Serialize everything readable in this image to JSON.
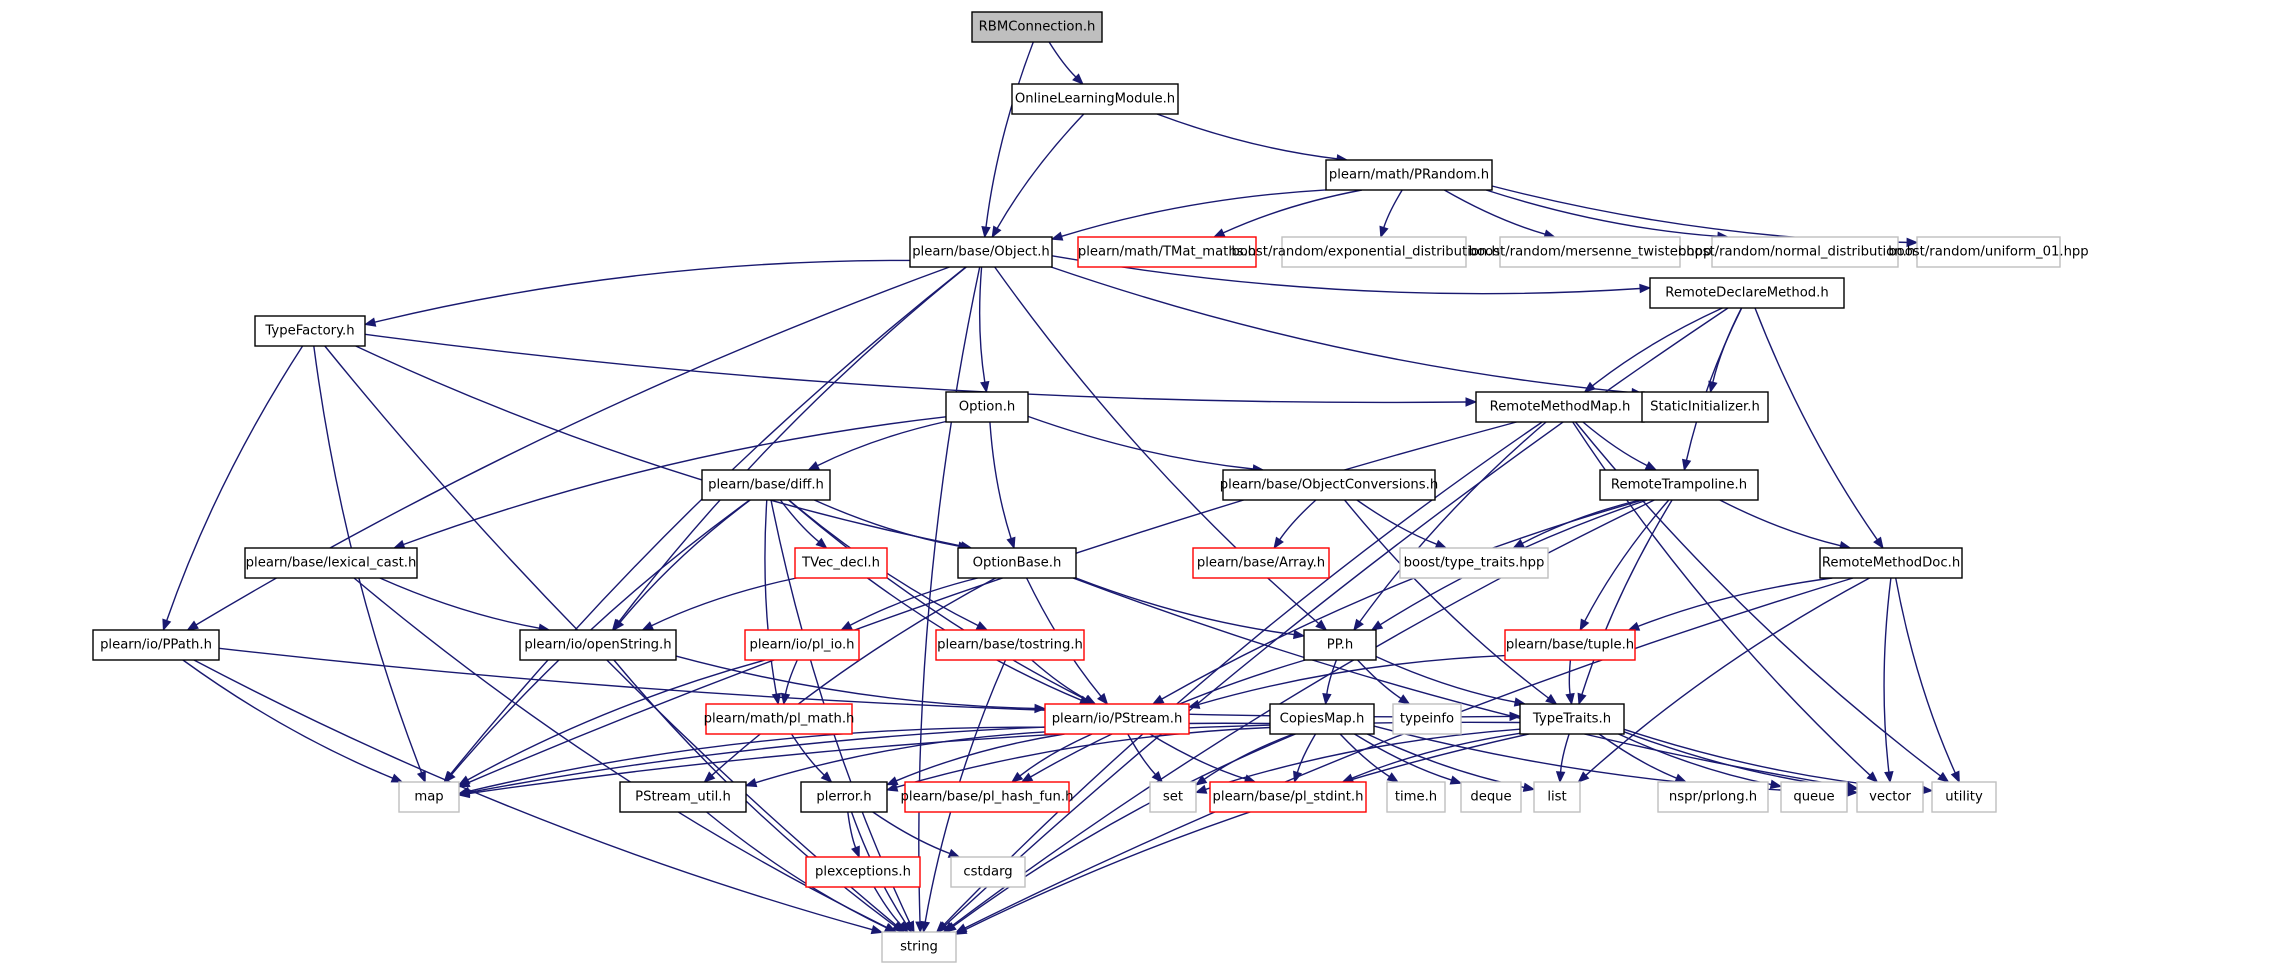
{
  "colors": {
    "edge": "#191970",
    "root_fill": "#bfbfbf",
    "documented": "#000000",
    "undocumented": "#ff0000",
    "external": "#bfbfbf"
  },
  "nodes": [
    {
      "id": "rbm",
      "label": "RBMConnection.h",
      "kind": "root"
    },
    {
      "id": "olm",
      "label": "OnlineLearningModule.h",
      "kind": "documented"
    },
    {
      "id": "prandom",
      "label": "plearn/math/PRandom.h",
      "kind": "documented"
    },
    {
      "id": "object",
      "label": "plearn/base/Object.h",
      "kind": "documented"
    },
    {
      "id": "tmat",
      "label": "plearn/math/TMat_maths.h",
      "kind": "undocumented"
    },
    {
      "id": "bexp",
      "label": "boost/random/exponential_distribution.hpp",
      "kind": "external"
    },
    {
      "id": "bmt",
      "label": "boost/random/mersenne_twister.hpp",
      "kind": "external"
    },
    {
      "id": "bnorm",
      "label": "boost/random/normal_distribution.hpp",
      "kind": "external"
    },
    {
      "id": "buni",
      "label": "boost/random/uniform_01.hpp",
      "kind": "external"
    },
    {
      "id": "typefactory",
      "label": "TypeFactory.h",
      "kind": "documented"
    },
    {
      "id": "rdm",
      "label": "RemoteDeclareMethod.h",
      "kind": "documented"
    },
    {
      "id": "option",
      "label": "Option.h",
      "kind": "documented"
    },
    {
      "id": "rmm",
      "label": "RemoteMethodMap.h",
      "kind": "documented"
    },
    {
      "id": "static",
      "label": "StaticInitializer.h",
      "kind": "documented"
    },
    {
      "id": "diff",
      "label": "plearn/base/diff.h",
      "kind": "documented"
    },
    {
      "id": "objconv",
      "label": "plearn/base/ObjectConversions.h",
      "kind": "documented"
    },
    {
      "id": "rtramp",
      "label": "RemoteTrampoline.h",
      "kind": "documented"
    },
    {
      "id": "lexcast",
      "label": "plearn/base/lexical_cast.h",
      "kind": "documented"
    },
    {
      "id": "tvec",
      "label": "TVec_decl.h",
      "kind": "undocumented"
    },
    {
      "id": "optbase",
      "label": "OptionBase.h",
      "kind": "documented"
    },
    {
      "id": "array",
      "label": "plearn/base/Array.h",
      "kind": "undocumented"
    },
    {
      "id": "btt",
      "label": "boost/type_traits.hpp",
      "kind": "external"
    },
    {
      "id": "rmdoc",
      "label": "RemoteMethodDoc.h",
      "kind": "documented"
    },
    {
      "id": "ppath",
      "label": "plearn/io/PPath.h",
      "kind": "documented"
    },
    {
      "id": "openstr",
      "label": "plearn/io/openString.h",
      "kind": "documented"
    },
    {
      "id": "plio",
      "label": "plearn/io/pl_io.h",
      "kind": "undocumented"
    },
    {
      "id": "tostring",
      "label": "plearn/base/tostring.h",
      "kind": "undocumented"
    },
    {
      "id": "pp",
      "label": "PP.h",
      "kind": "documented"
    },
    {
      "id": "tuple",
      "label": "plearn/base/tuple.h",
      "kind": "undocumented"
    },
    {
      "id": "plmath",
      "label": "plearn/math/pl_math.h",
      "kind": "undocumented"
    },
    {
      "id": "pstream",
      "label": "plearn/io/PStream.h",
      "kind": "undocumented"
    },
    {
      "id": "typeinfo",
      "label": "typeinfo",
      "kind": "external"
    },
    {
      "id": "copiesmap",
      "label": "CopiesMap.h",
      "kind": "documented"
    },
    {
      "id": "typetraits",
      "label": "TypeTraits.h",
      "kind": "documented"
    },
    {
      "id": "map",
      "label": "map",
      "kind": "external"
    },
    {
      "id": "psutil",
      "label": "PStream_util.h",
      "kind": "documented"
    },
    {
      "id": "plerror",
      "label": "plerror.h",
      "kind": "documented"
    },
    {
      "id": "hashfun",
      "label": "plearn/base/pl_hash_fun.h",
      "kind": "undocumented"
    },
    {
      "id": "set",
      "label": "set",
      "kind": "external"
    },
    {
      "id": "stdint",
      "label": "plearn/base/pl_stdint.h",
      "kind": "undocumented"
    },
    {
      "id": "time",
      "label": "time.h",
      "kind": "external"
    },
    {
      "id": "deque",
      "label": "deque",
      "kind": "external"
    },
    {
      "id": "list",
      "label": "list",
      "kind": "external"
    },
    {
      "id": "prlong",
      "label": "nspr/prlong.h",
      "kind": "external"
    },
    {
      "id": "queue",
      "label": "queue",
      "kind": "external"
    },
    {
      "id": "vector",
      "label": "vector",
      "kind": "external"
    },
    {
      "id": "utility",
      "label": "utility",
      "kind": "external"
    },
    {
      "id": "plexc",
      "label": "plexceptions.h",
      "kind": "undocumented"
    },
    {
      "id": "cstdarg",
      "label": "cstdarg",
      "kind": "external"
    },
    {
      "id": "string",
      "label": "string",
      "kind": "external"
    }
  ],
  "edges": [
    [
      "rbm",
      "olm"
    ],
    [
      "rbm",
      "object"
    ],
    [
      "olm",
      "object"
    ],
    [
      "olm",
      "prandom"
    ],
    [
      "prandom",
      "object"
    ],
    [
      "prandom",
      "tmat"
    ],
    [
      "prandom",
      "bexp"
    ],
    [
      "prandom",
      "bmt"
    ],
    [
      "prandom",
      "bnorm"
    ],
    [
      "prandom",
      "buni"
    ],
    [
      "object",
      "typefactory"
    ],
    [
      "object",
      "rdm"
    ],
    [
      "object",
      "option"
    ],
    [
      "object",
      "static"
    ],
    [
      "object",
      "ppath"
    ],
    [
      "object",
      "openstr"
    ],
    [
      "object",
      "pp"
    ],
    [
      "object",
      "map"
    ],
    [
      "object",
      "string"
    ],
    [
      "typefactory",
      "rmm"
    ],
    [
      "typefactory",
      "optbase"
    ],
    [
      "typefactory",
      "ppath"
    ],
    [
      "typefactory",
      "map"
    ],
    [
      "typefactory",
      "string"
    ],
    [
      "rdm",
      "rmm"
    ],
    [
      "rdm",
      "static"
    ],
    [
      "rdm",
      "rtramp"
    ],
    [
      "rdm",
      "rmdoc"
    ],
    [
      "rdm",
      "string"
    ],
    [
      "option",
      "diff"
    ],
    [
      "option",
      "objconv"
    ],
    [
      "option",
      "optbase"
    ],
    [
      "option",
      "lexcast"
    ],
    [
      "rmm",
      "rtramp"
    ],
    [
      "rmm",
      "pp"
    ],
    [
      "rmm",
      "map"
    ],
    [
      "rmm",
      "vector"
    ],
    [
      "rmm",
      "utility"
    ],
    [
      "rmm",
      "string"
    ],
    [
      "diff",
      "tvec"
    ],
    [
      "diff",
      "optbase"
    ],
    [
      "diff",
      "openstr"
    ],
    [
      "diff",
      "tostring"
    ],
    [
      "diff",
      "pstream"
    ],
    [
      "diff",
      "plmath"
    ],
    [
      "diff",
      "map"
    ],
    [
      "diff",
      "string"
    ],
    [
      "objconv",
      "array"
    ],
    [
      "objconv",
      "btt"
    ],
    [
      "objconv",
      "typetraits"
    ],
    [
      "rtramp",
      "rmdoc"
    ],
    [
      "rtramp",
      "btt"
    ],
    [
      "rtramp",
      "tuple"
    ],
    [
      "rtramp",
      "pp"
    ],
    [
      "rtramp",
      "typetraits"
    ],
    [
      "rtramp",
      "pstream"
    ],
    [
      "rtramp",
      "string"
    ],
    [
      "lexcast",
      "openstr"
    ],
    [
      "lexcast",
      "string"
    ],
    [
      "tvec",
      "openstr"
    ],
    [
      "tvec",
      "pstream"
    ],
    [
      "optbase",
      "plio"
    ],
    [
      "optbase",
      "pp"
    ],
    [
      "optbase",
      "pstream"
    ],
    [
      "optbase",
      "vector"
    ],
    [
      "optbase",
      "psutil"
    ],
    [
      "rmdoc",
      "tuple"
    ],
    [
      "rmdoc",
      "list"
    ],
    [
      "rmdoc",
      "vector"
    ],
    [
      "rmdoc",
      "utility"
    ],
    [
      "rmdoc",
      "string"
    ],
    [
      "ppath",
      "typetraits"
    ],
    [
      "ppath",
      "map"
    ],
    [
      "ppath",
      "string"
    ],
    [
      "openstr",
      "pstream"
    ],
    [
      "openstr",
      "string"
    ],
    [
      "plio",
      "plmath"
    ],
    [
      "plio",
      "map"
    ],
    [
      "tostring",
      "pstream"
    ],
    [
      "tostring",
      "string"
    ],
    [
      "pp",
      "typeinfo"
    ],
    [
      "pp",
      "copiesmap"
    ],
    [
      "pp",
      "typetraits"
    ],
    [
      "pp",
      "hashfun"
    ],
    [
      "tuple",
      "pstream"
    ],
    [
      "tuple",
      "typetraits"
    ],
    [
      "plmath",
      "plerror"
    ],
    [
      "pstream",
      "map"
    ],
    [
      "pstream",
      "psutil"
    ],
    [
      "pstream",
      "plerror"
    ],
    [
      "pstream",
      "hashfun"
    ],
    [
      "pstream",
      "set"
    ],
    [
      "pstream",
      "stdint"
    ],
    [
      "copiesmap",
      "map"
    ],
    [
      "copiesmap",
      "plerror"
    ],
    [
      "copiesmap",
      "set"
    ],
    [
      "copiesmap",
      "time"
    ],
    [
      "copiesmap",
      "deque"
    ],
    [
      "copiesmap",
      "list"
    ],
    [
      "copiesmap",
      "vector"
    ],
    [
      "copiesmap",
      "string"
    ],
    [
      "copiesmap",
      "stdint"
    ],
    [
      "typetraits",
      "set"
    ],
    [
      "typetraits",
      "stdint"
    ],
    [
      "typetraits",
      "list"
    ],
    [
      "typetraits",
      "prlong"
    ],
    [
      "typetraits",
      "queue"
    ],
    [
      "typetraits",
      "vector"
    ],
    [
      "typetraits",
      "utility"
    ],
    [
      "typetraits",
      "map"
    ],
    [
      "typetraits",
      "string"
    ],
    [
      "psutil",
      "string"
    ],
    [
      "plerror",
      "plexc"
    ],
    [
      "plerror",
      "cstdarg"
    ],
    [
      "plerror",
      "string"
    ],
    [
      "plexc",
      "string"
    ]
  ]
}
